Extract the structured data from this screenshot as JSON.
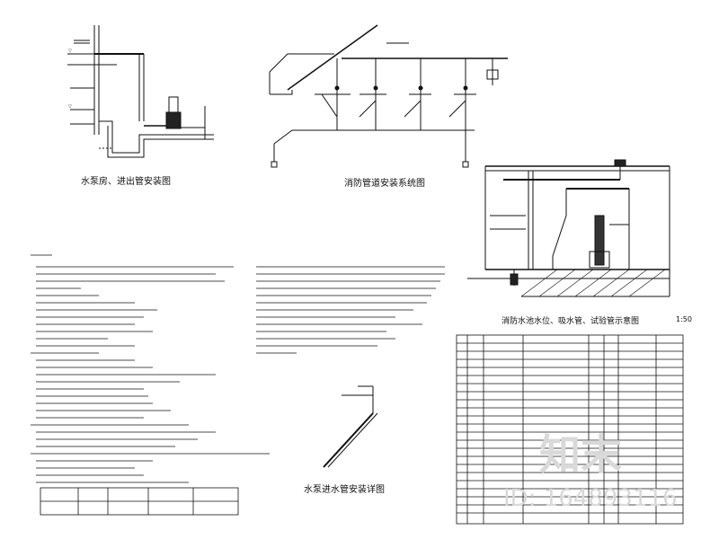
{
  "captions": {
    "pump_room": "水泵房、进出管安装图",
    "pipe_system": "消防管道安装系统图",
    "tank_detail": "消防水池水位、吸水管、试验管示意图",
    "tank_detail_scale": "1:50",
    "inlet_pipe": "水泵进水管安装详图"
  },
  "watermark": {
    "brand": "知末",
    "id": "ID: 164893116"
  },
  "colors": {
    "line": "#111111",
    "watermark": "#d9d9d9"
  }
}
